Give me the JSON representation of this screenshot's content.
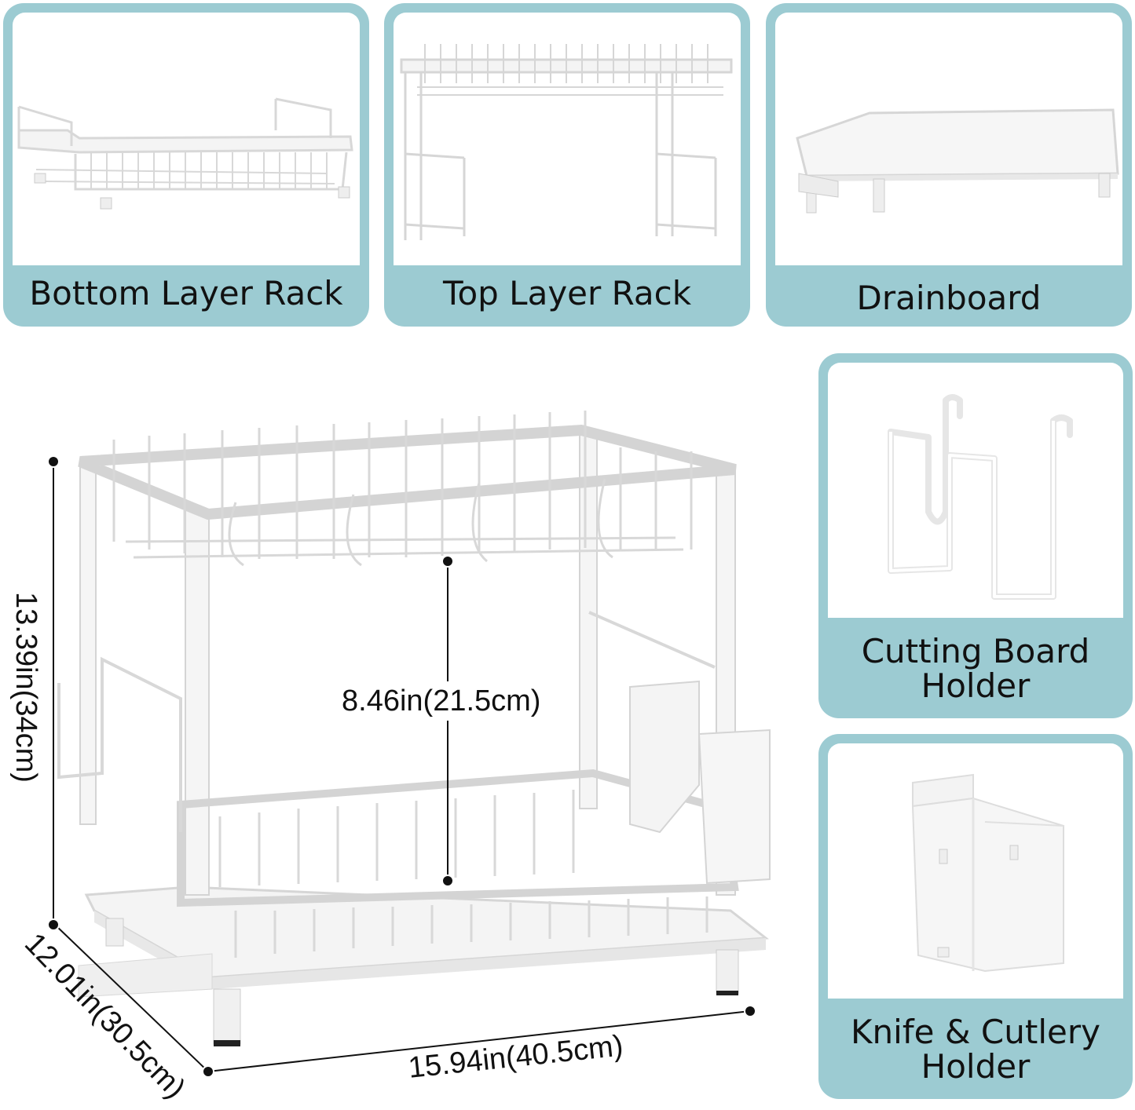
{
  "parts": [
    {
      "id": "bottom-layer-rack",
      "label": "Bottom Layer Rack"
    },
    {
      "id": "top-layer-rack",
      "label": "Top Layer Rack"
    },
    {
      "id": "drainboard",
      "label": "Drainboard"
    },
    {
      "id": "cutting-board-holder",
      "label_line1": "Cutting Board",
      "label_line2": "Holder"
    },
    {
      "id": "knife-cutlery-holder",
      "label_line1": "Knife & Cutlery",
      "label_line2": "Holder"
    }
  ],
  "dimensions": {
    "height": "13.39in(34cm)",
    "inner_height": "8.46in(21.5cm)",
    "depth": "12.01in(30.5cm)",
    "width": "15.94in(40.5cm)"
  },
  "colors": {
    "card_accent": "#9ccbd2",
    "card_inner": "#ffffff",
    "text": "#111111",
    "product": "#f2f2f2"
  }
}
